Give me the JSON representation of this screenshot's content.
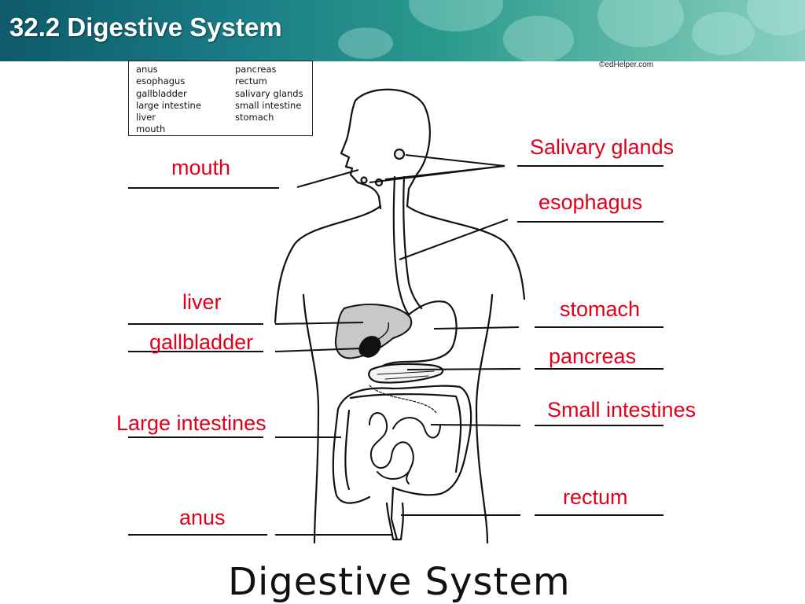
{
  "slide": {
    "title": "32.2 Digestive System",
    "credit": "©edHelper.com",
    "footer_title": "Digestive System"
  },
  "word_bank": {
    "col1": [
      "anus",
      "esophagus",
      "gallbladder",
      "large intestine",
      "liver",
      "mouth"
    ],
    "col2": [
      "pancreas",
      "rectum",
      "salivary glands",
      "small intestine",
      "stomach"
    ]
  },
  "answers": {
    "salivary_glands": "Salivary glands",
    "mouth": "mouth",
    "esophagus": "esophagus",
    "liver": "liver",
    "stomach": "stomach",
    "gallbladder": "gallbladder",
    "pancreas": "pancreas",
    "small_intestines": "Small intestines",
    "large_intestines": "Large intestines",
    "rectum": "rectum",
    "anus": "anus"
  },
  "colors": {
    "answer_text": "#e0001b",
    "header_bg": "#1a7d86",
    "liver_fill": "#c8c8c8",
    "gallbladder_fill": "#111111"
  }
}
